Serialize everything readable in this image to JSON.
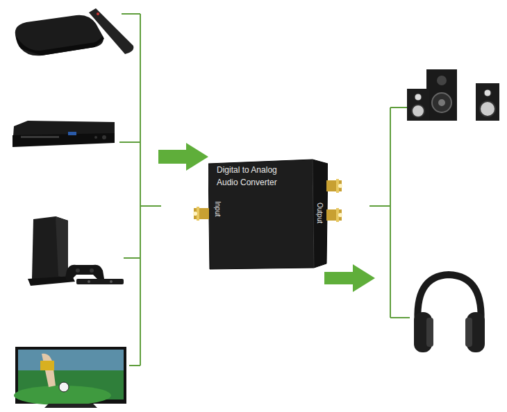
{
  "diagram": {
    "nodes": [
      {
        "text": [
          "Digital to Analog Audio Converter",
          "Input",
          "Output"
        ]
      }
    ]
  }
}
